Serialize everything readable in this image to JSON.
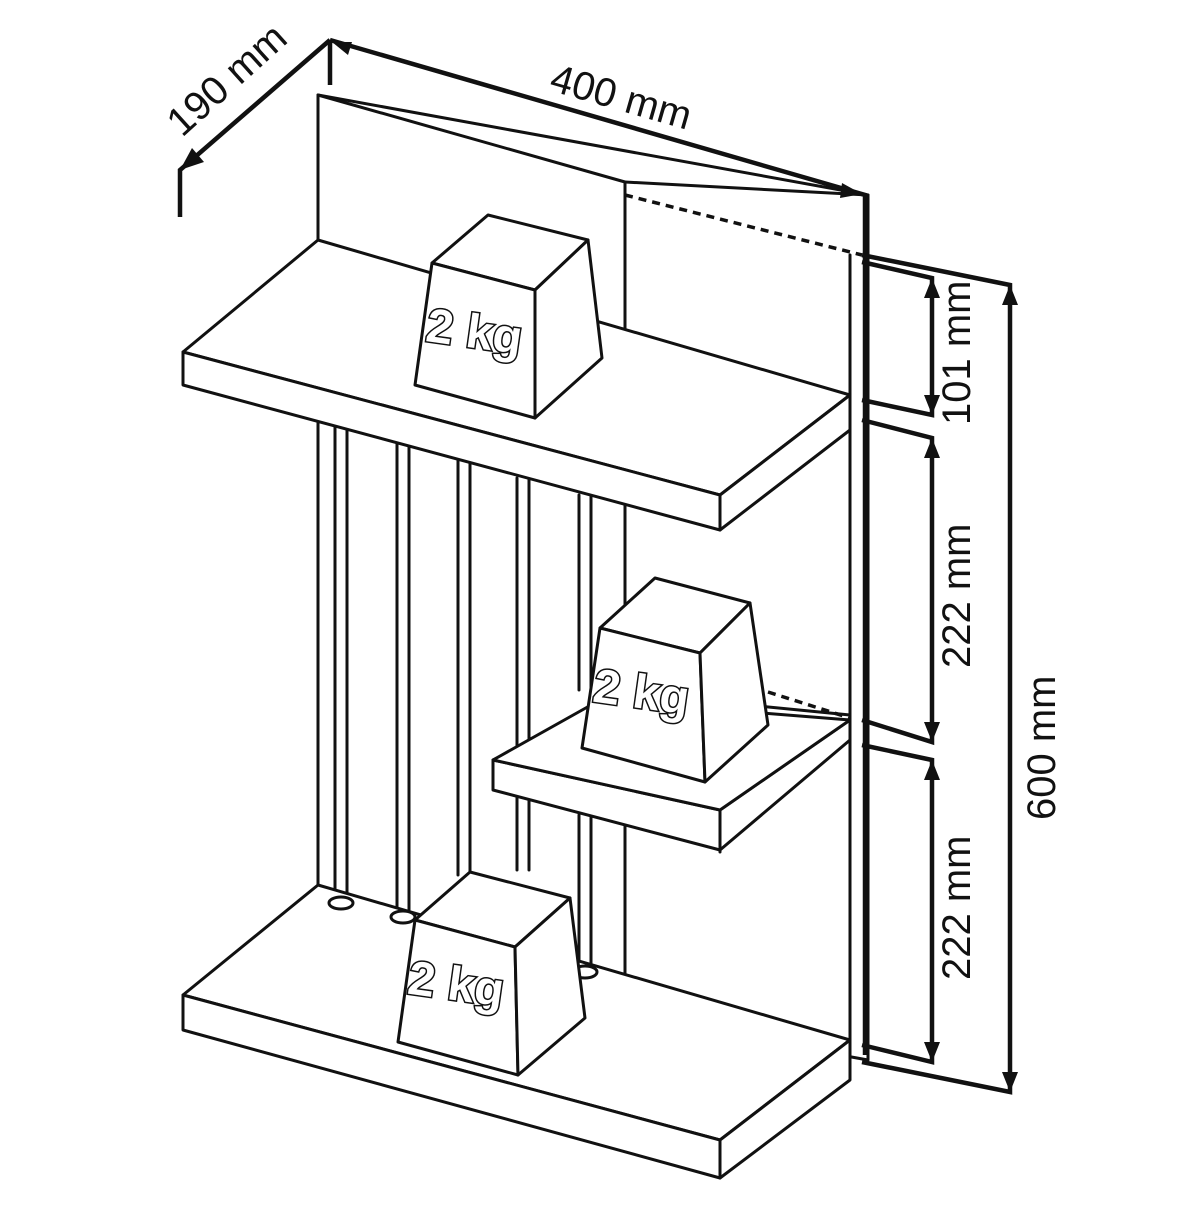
{
  "dimensions": {
    "depth": "190 mm",
    "width": "400 mm",
    "top_gap": "101 mm",
    "middle_gap": "222 mm",
    "bottom_gap": "222 mm",
    "total_height": "600 mm"
  },
  "weights": {
    "top": "2 kg",
    "middle": "2 kg",
    "bottom": "2 kg"
  },
  "colors": {
    "line": "#111111",
    "background": "#ffffff"
  }
}
